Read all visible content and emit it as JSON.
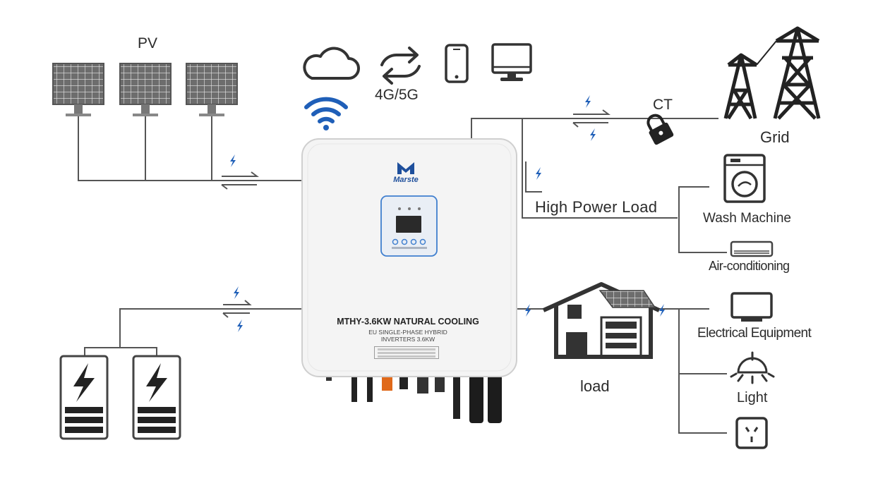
{
  "labels": {
    "pv": "PV",
    "cellular": "4G/5G",
    "ct": "CT",
    "grid": "Grid",
    "high_power_load": "High Power Load",
    "wash_machine": "Wash Machine",
    "air_conditioning": "Air-conditioning",
    "electrical_equipment": "Electrical Equipment",
    "light": "Light",
    "load": "load"
  },
  "inverter": {
    "brand": "Marste",
    "model": "MTHY-3.6KW NATURAL COOLING",
    "subtitle_line1": "EU SINGLE-PHASE HYBRID",
    "subtitle_line2": "INVERTERS 3.6KW"
  },
  "icons": [
    "solar-panel-icon",
    "cloud-icon",
    "wifi-icon",
    "sync-arrows-icon",
    "smartphone-icon",
    "monitor-icon",
    "transmission-tower-icon",
    "padlock-icon",
    "washing-machine-icon",
    "air-conditioner-icon",
    "house-icon",
    "wall-ac-icon",
    "ceiling-light-icon",
    "power-socket-icon",
    "battery-icon",
    "lightning-icon"
  ],
  "colors": {
    "line": "#555555",
    "accent_blue": "#1f5fb8",
    "inverter_body": "#f4f4f4",
    "icon_dark": "#333333"
  }
}
